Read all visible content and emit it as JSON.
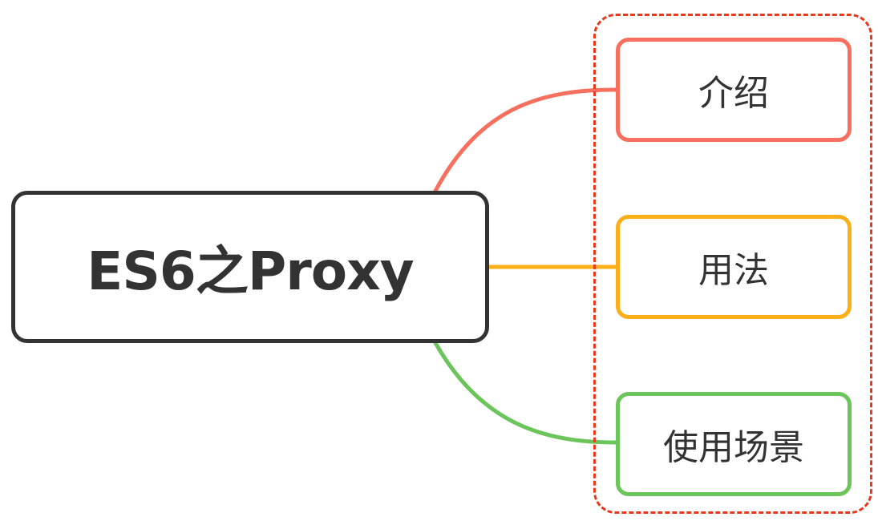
{
  "diagram": {
    "root": {
      "label": "ES6之Proxy",
      "border_color": "#333333"
    },
    "group_frame": {
      "color": "#e8391d",
      "style": "dashed"
    },
    "branches": [
      {
        "label": "介绍",
        "color": "#f76f5e"
      },
      {
        "label": "用法",
        "color": "#fbb019"
      },
      {
        "label": "使用场景",
        "color": "#6cc55a"
      }
    ]
  }
}
